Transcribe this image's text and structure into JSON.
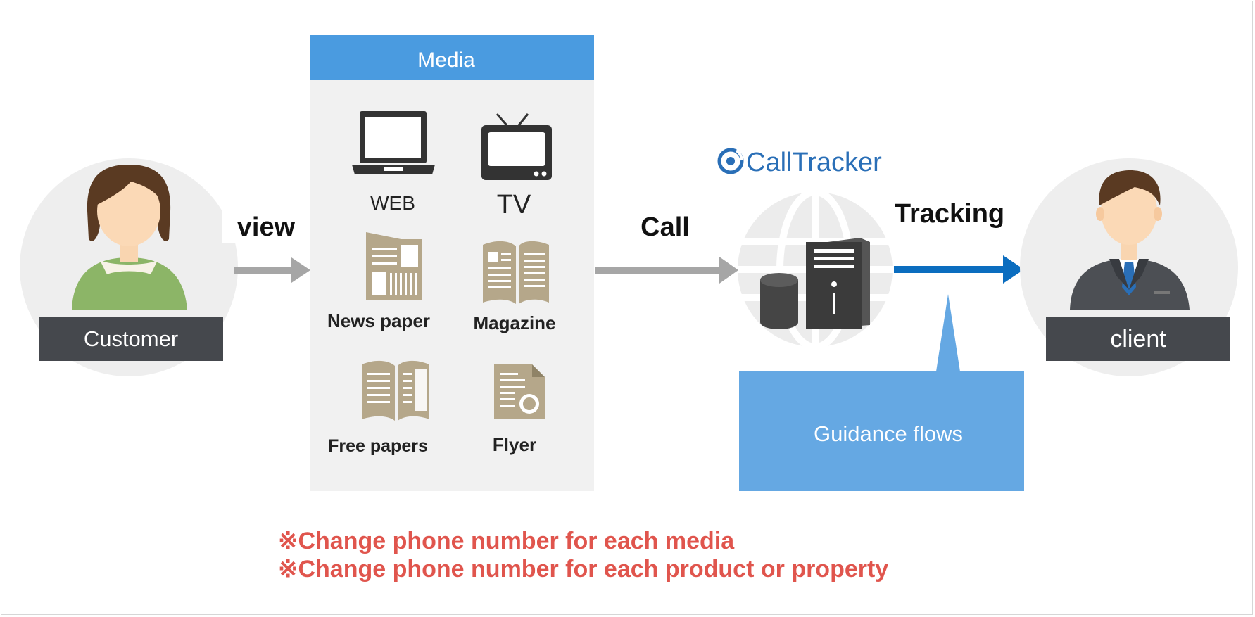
{
  "media": {
    "header": "Media",
    "items": [
      {
        "label": "WEB",
        "icon": "laptop-icon"
      },
      {
        "label": "TV",
        "icon": "tv-icon"
      },
      {
        "label": "News paper",
        "icon": "newspaper-icon"
      },
      {
        "label": "Magazine",
        "icon": "magazine-icon"
      },
      {
        "label": "Free papers",
        "icon": "free-paper-icon"
      },
      {
        "label": "Flyer",
        "icon": "flyer-icon"
      }
    ]
  },
  "customer": {
    "label": "Customer",
    "icon": "woman-avatar-icon"
  },
  "client": {
    "label": "client",
    "icon": "businessman-avatar-icon"
  },
  "arrows": {
    "view": "view",
    "call": "Call",
    "tracking": "Tracking"
  },
  "calltracker": {
    "logo_text": "CallTracker",
    "icon": "server-globe-icon"
  },
  "guidance": {
    "label": "Guidance flows"
  },
  "notes": [
    "※Change phone number for each media",
    "※Change phone number for each product or property"
  ],
  "colors": {
    "media_header": "#4a9be0",
    "media_panel": "#f1f1f1",
    "label_box": "#45484d",
    "arrow_gray": "#a6a6a6",
    "arrow_blue": "#0b6dbf",
    "guidance_box": "#65a8e3",
    "icon_tan": "#b5a78a",
    "icon_dark": "#3a3a3a",
    "note_red": "#e0554d",
    "circle_bg": "#eeeeee"
  }
}
